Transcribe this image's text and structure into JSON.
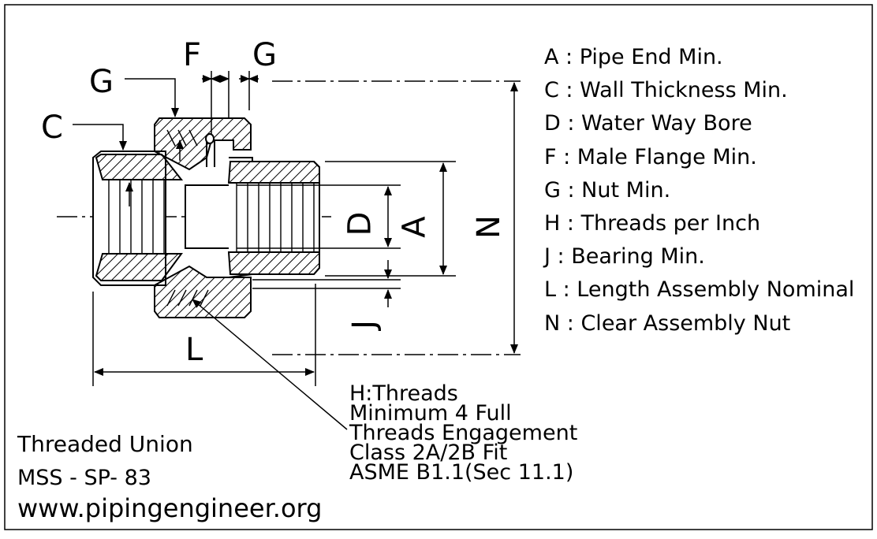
{
  "dims": {
    "F": "F",
    "G": "G",
    "C": "C",
    "D": "D",
    "A": "A",
    "N": "N",
    "J": "J",
    "L": "L"
  },
  "legend": [
    "A : Pipe End Min.",
    "C : Wall Thickness Min.",
    "D : Water Way Bore",
    "F : Male Flange Min.",
    "G : Nut Min.",
    "H : Threads per Inch",
    "J : Bearing Min.",
    "L : Length Assembly Nominal",
    "N : Clear Assembly Nut"
  ],
  "note": [
    "H:Threads",
    "Minimum 4 Full",
    "Threads Engagement",
    "Class 2A/2B Fit",
    "ASME B1.1(Sec 11.1)"
  ],
  "footer": {
    "title": "Threaded Union",
    "standard": "MSS - SP- 83",
    "website": "www.pipingengineer.org"
  }
}
